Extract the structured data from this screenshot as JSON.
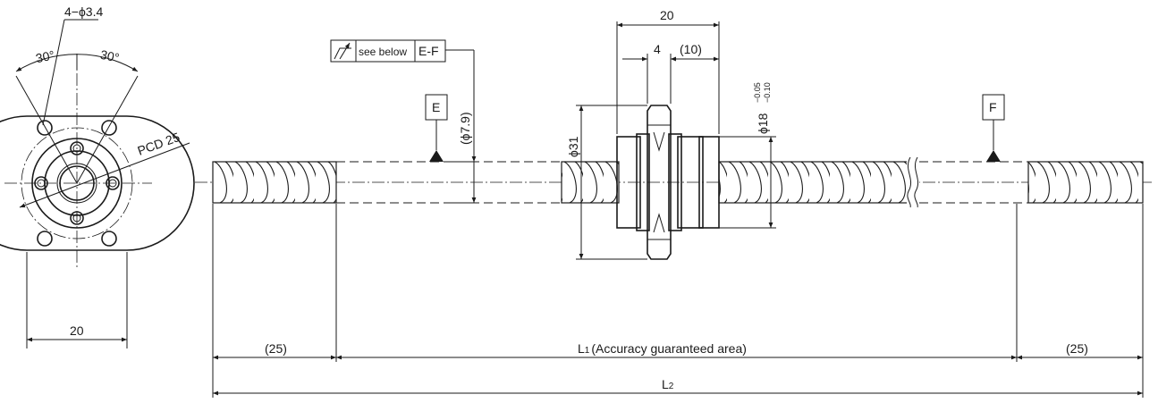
{
  "drawing": {
    "holes_label": "4−ϕ3.4",
    "angle_left": "30°",
    "angle_right": "30°",
    "pcd_label": "PCD 25",
    "flange_width": "20",
    "runout": {
      "symbol": "circular-runout-symbol",
      "text": "see below",
      "datum": "E-F"
    },
    "datum_e": "E",
    "datum_f": "F",
    "shaft_dia": "(ϕ7.9)",
    "nut_length": "20",
    "flange_thickness": "4",
    "flange_offset": "(10)",
    "flange_dia": "ϕ31",
    "nut_dia": "ϕ18",
    "nut_tol_upper": "−0.05",
    "nut_tol_lower": "−0.10",
    "end_left": "(25)",
    "end_right": "(25)",
    "l1_prefix": "L",
    "l1_sub": "1",
    "l1_text": "(Accuracy guaranteed area)",
    "l2_prefix": "L",
    "l2_sub": "2"
  },
  "colors": {
    "line": "#1a1a1a",
    "background": "#ffffff"
  }
}
